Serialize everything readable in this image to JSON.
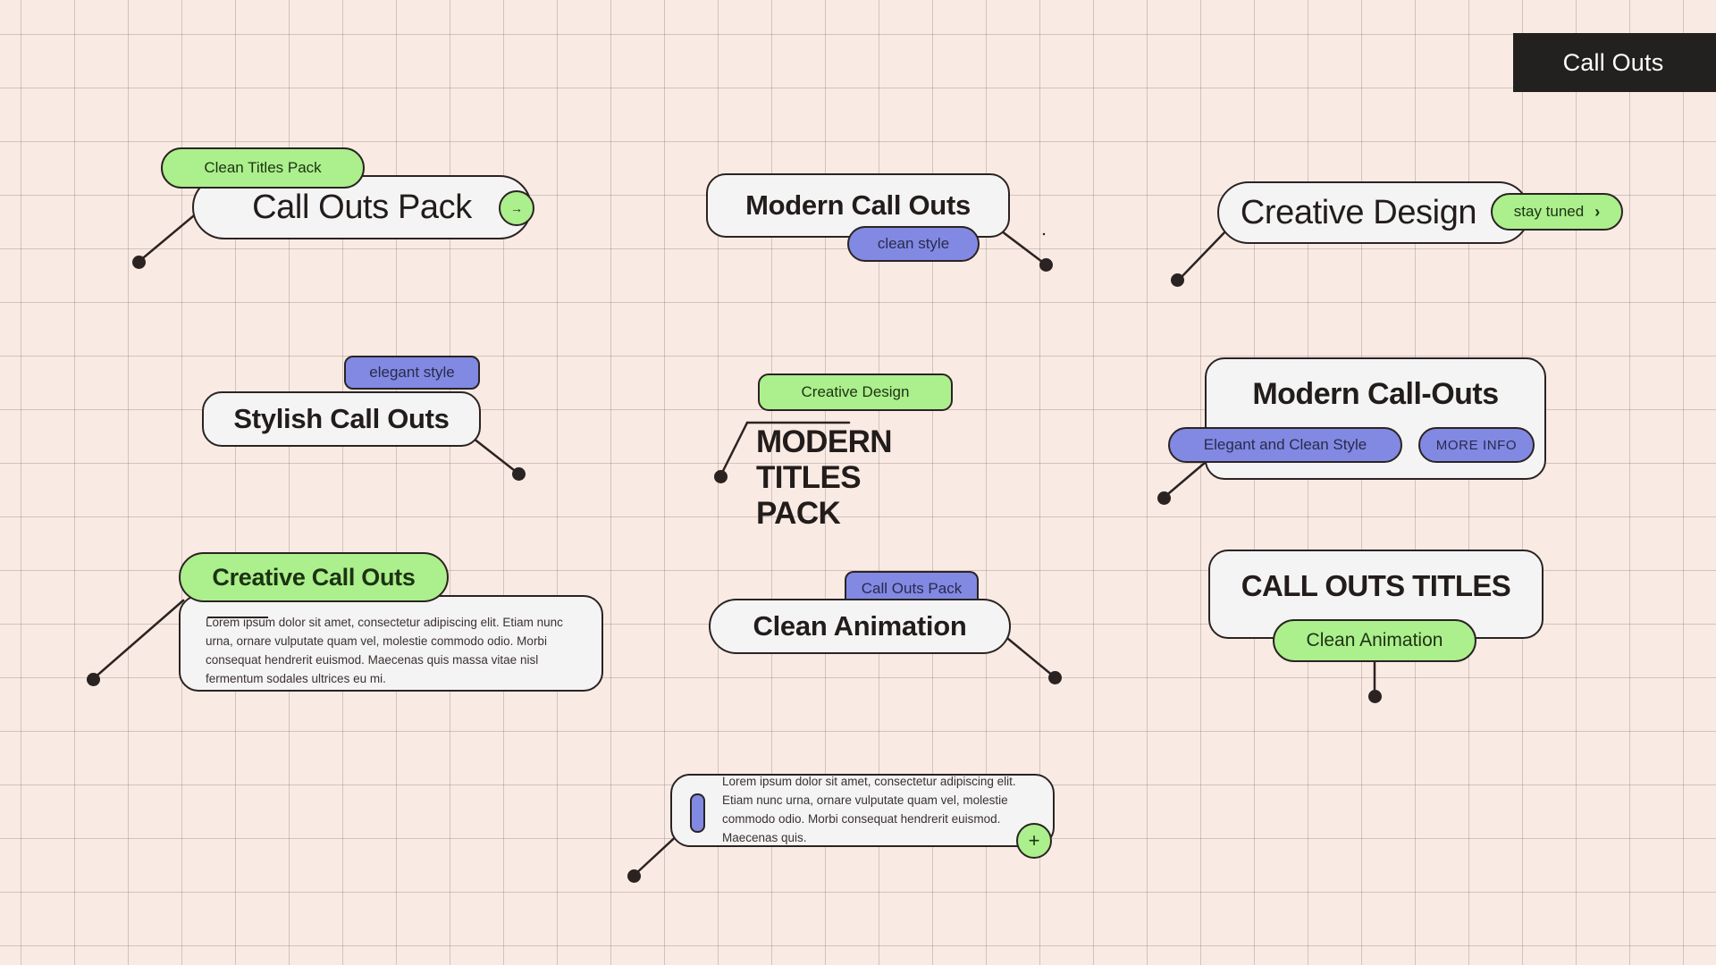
{
  "corner_badge": {
    "label": "Call Outs"
  },
  "theme": {
    "background": "#F9EBE3",
    "grid_line": "#7A646E",
    "ink": "#2B2322",
    "panel": "#F4F4F4",
    "green": "#ACEF8D",
    "purple": "#8189E3",
    "badge_bg": "#222120"
  },
  "callouts": [
    {
      "id": "call-outs-pack",
      "tag": "Clean Titles Pack",
      "title": "Call Outs Pack",
      "action_icon": "arrow-right-icon",
      "action_glyph": "→"
    },
    {
      "id": "modern-call-outs",
      "title": "Modern Call Outs",
      "tag": "clean style"
    },
    {
      "id": "creative-design",
      "title": "Creative Design",
      "tag": "stay tuned",
      "tag_glyph": "›"
    },
    {
      "id": "stylish-call-outs",
      "tag": "elegant style",
      "title": "Stylish Call Outs"
    },
    {
      "id": "modern-titles-pack",
      "tag": "Creative Design",
      "title": "MODERN TITLES PACK"
    },
    {
      "id": "modern-call-outs-card",
      "title": "Modern Call-Outs",
      "tag": "Elegant and Clean Style",
      "button": "MORE INFO"
    },
    {
      "id": "creative-call-outs",
      "title": "Creative Call Outs",
      "body": "Lorem ipsum dolor sit amet, consectetur adipiscing elit. Etiam nunc urna, ornare vulputate quam vel, molestie commodo odio. Morbi consequat hendrerit euismod. Maecenas quis massa vitae nisl fermentum sodales ultrices eu mi."
    },
    {
      "id": "clean-animation",
      "tag": "Call Outs Pack",
      "title": "Clean Animation"
    },
    {
      "id": "call-outs-titles",
      "title": "CALL OUTS TITLES",
      "tag": "Clean Animation"
    },
    {
      "id": "lorem-card",
      "body": "Lorem ipsum dolor sit amet, consectetur adipiscing elit. Etiam nunc urna, ornare vulputate quam vel, molestie commodo odio. Morbi consequat hendrerit euismod. Maecenas quis.",
      "action_icon": "plus-icon",
      "action_glyph": "+"
    }
  ]
}
